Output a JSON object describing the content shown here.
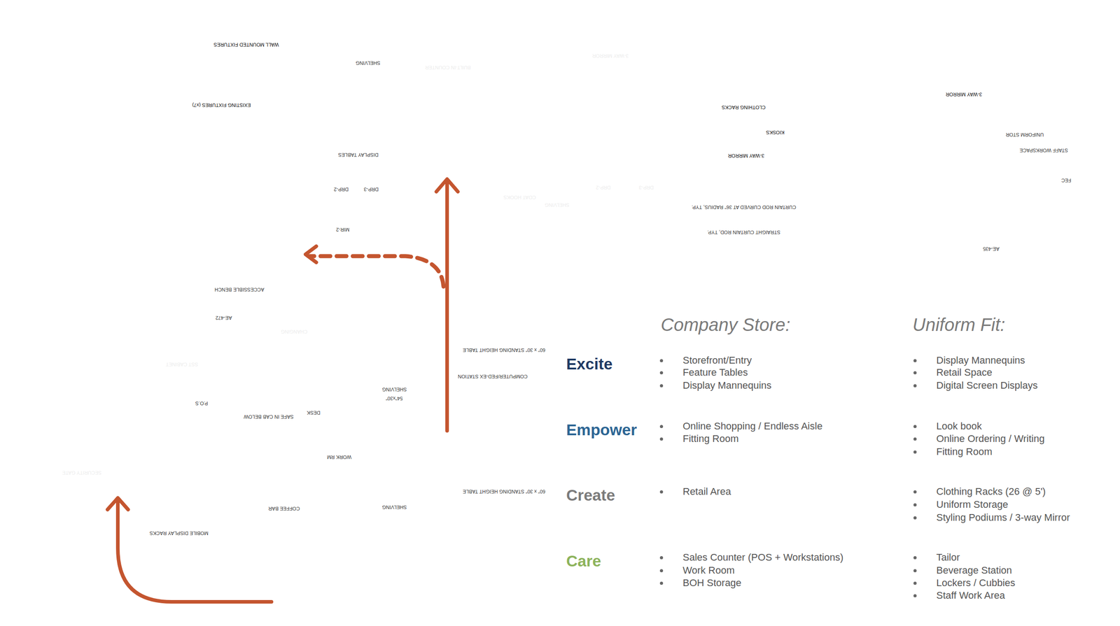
{
  "diagram": {
    "nodes": [
      {
        "text": [
          "Create"
        ]
      },
      {
        "text": [
          "Care"
        ]
      },
      {
        "text": [
          "Excite"
        ]
      },
      {
        "text": [
          "Empower"
        ]
      },
      {
        "text": [
          "Create"
        ]
      },
      {
        "text": [
          "Care"
        ]
      },
      {
        "text": [
          "Empower"
        ]
      },
      {
        "text": [
          "Excite"
        ]
      },
      {
        "text": [
          "Care"
        ]
      }
    ],
    "labels": [
      "WALL MOUNTED FIXTURES",
      "EXISTING FIXTURES (x7)",
      "SHELVING",
      "BUILT-IN COUNTER",
      "DISPLAY TABLES",
      "DRP-2",
      "DRP-3",
      "MIR-2",
      "3-WAY MIRROR",
      "COAT HOOKS",
      "SHELVING",
      "DRP-2",
      "DRP-3",
      "CLOTHING RACKS",
      "KIOSKS",
      "3-WAY MIRROR",
      "3-WAY MIRROR",
      "UNIFORM STOR",
      "STAFF WORKSPACE",
      "FEC",
      "CURTAIN ROD CURVED AT 36\" RADIUS, TYP.",
      "STRAIGHT CURTAIN ROD, TYP.",
      "AE-435",
      "ACCESSIBLE BENCH",
      "CHANGING",
      "60\" x 30\" STANDING HEIGHT TABLE",
      "COMPUTER/FED-EX STATION",
      "SHELVING",
      "54\"x30\"",
      "SAFE IN CAB BELOW",
      "DESK",
      "WORK RM",
      "COFFEE BAR",
      "SECURITY GATE",
      "MOBILE DISPLAY RACKS",
      "P.O.S",
      "SST CABINET",
      "AE-472",
      "60\" x 30\" STANDING HEIGHT TABLE",
      "SHELVING",
      "Company Store:",
      "Uniform Fit:",
      "Excite",
      "Storefront/Entry",
      "Feature Tables",
      "Display Mannequins",
      "Display Mannequins",
      "Retail Space",
      "Digital Screen Displays",
      "Empower",
      "Online Shopping / Endless Aisle",
      "Fitting Room",
      "Look book",
      "Online Ordering / Writing",
      "Fitting Room",
      "Create",
      "Retail Area",
      "Clothing Racks (26 @ 5')",
      "Uniform Storage",
      "Styling Podiums / 3-way Mirror",
      "Care",
      "Sales Counter (POS + Workstations)",
      "Work Room",
      "BOH Storage",
      "Tailor",
      "Beverage Station",
      "Lockers / Cubbies",
      "Staff Work Area"
    ]
  }
}
